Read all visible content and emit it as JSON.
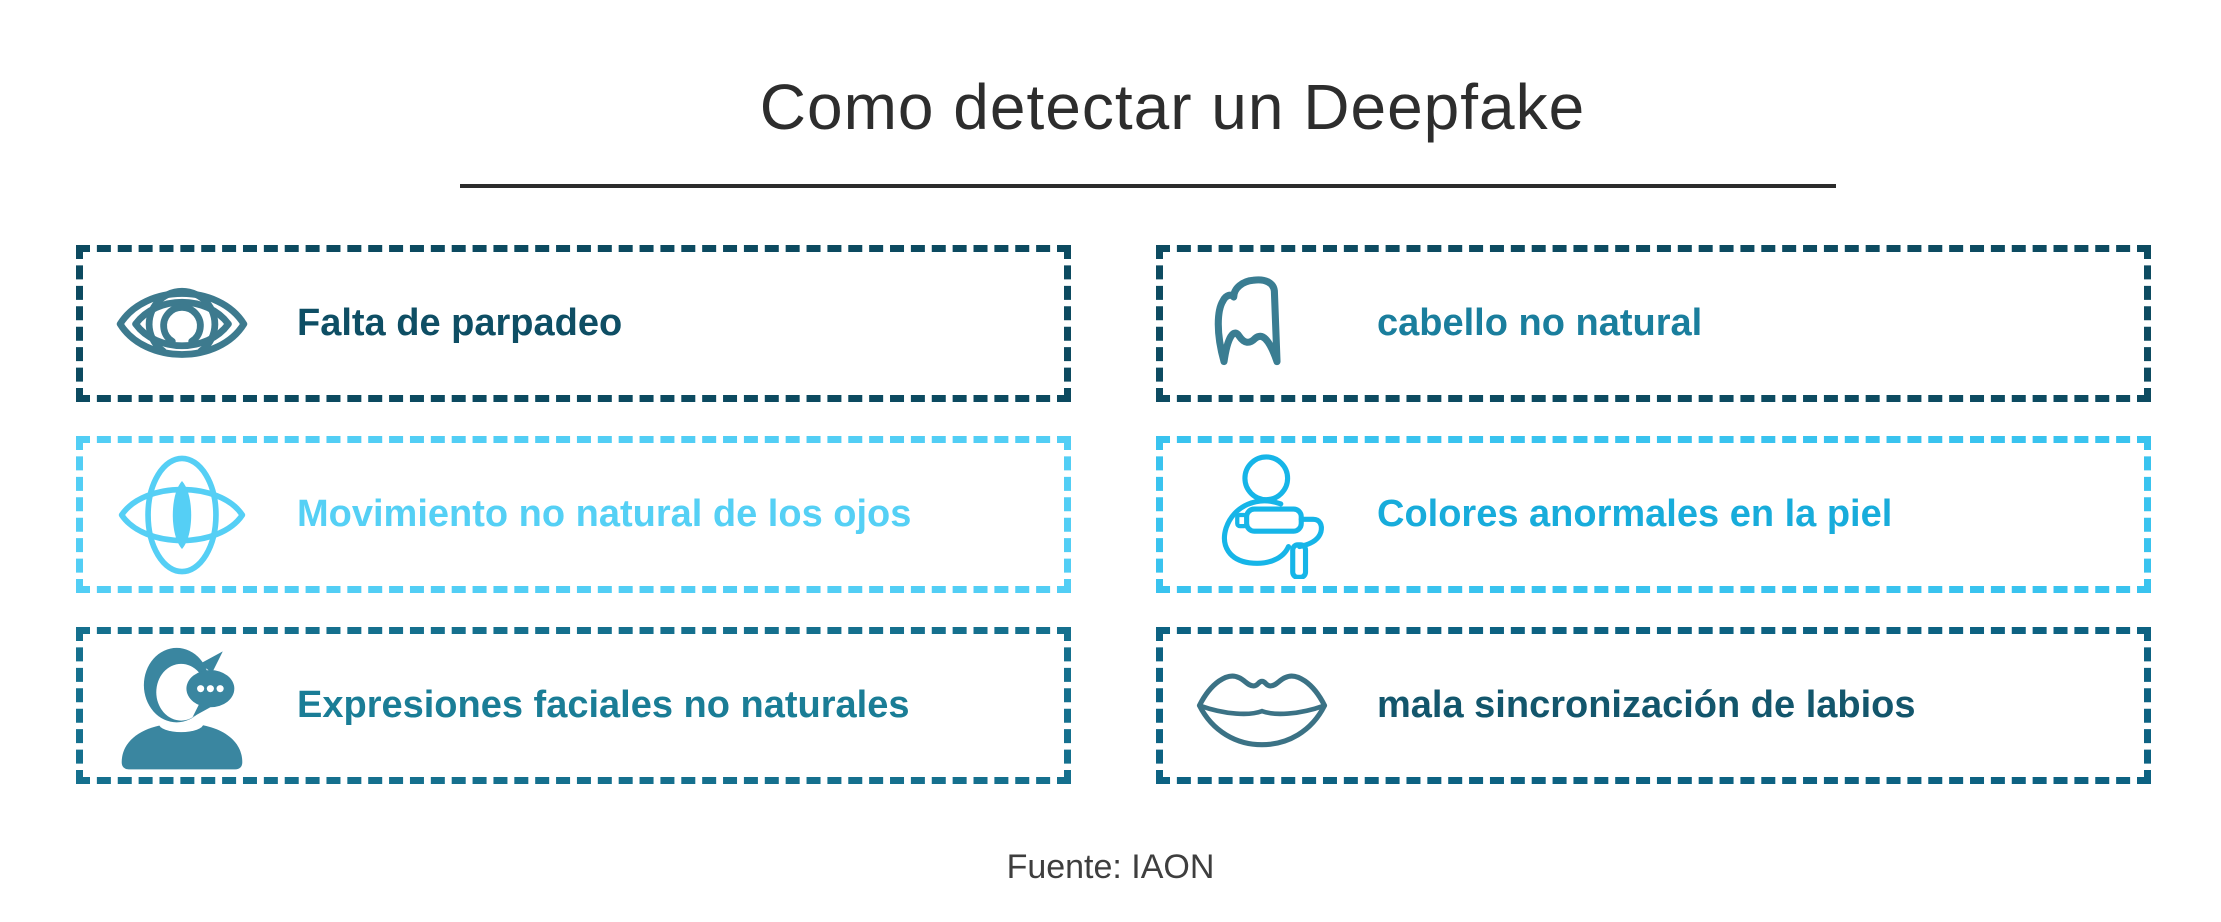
{
  "page": {
    "background_color": "#ffffff"
  },
  "header": {
    "title": "Como detectar un Deepfake",
    "title_color": "#2d2d2d",
    "underline_color": "#2b2b2b"
  },
  "cards": [
    {
      "label": "Falta de parpadeo",
      "icon": "eye-outline-icon",
      "border_color": "#0c4a60",
      "text_color": "#0e4e64",
      "icon_color": "#3d7a8e"
    },
    {
      "label": "cabello no natural",
      "icon": "hair-icon",
      "border_color": "#0d4b61",
      "text_color": "#1a7e9d",
      "icon_color": "#3a7d92"
    },
    {
      "label": "Movimiento no natural de los ojos",
      "icon": "eye-motion-icon",
      "border_color": "#52cef5",
      "text_color": "#55d0f5",
      "icon_color": "#55cff5"
    },
    {
      "label": "Colores anormales en la piel",
      "icon": "paint-roller-icon",
      "border_color": "#39c3ef",
      "text_color": "#18acdb",
      "icon_color": "#16b5e8"
    },
    {
      "label": "Expresiones faciales no naturales",
      "icon": "person-chat-icon",
      "border_color": "#15708e",
      "text_color": "#1a7d96",
      "icon_color": "#3a86a0"
    },
    {
      "label": "mala sincronización de labios",
      "icon": "lips-icon",
      "border_color": "#0d6282",
      "text_color": "#13566c",
      "icon_color": "#3b7285"
    }
  ],
  "footer": {
    "text": "Fuente: IAON",
    "color": "#3e3e3e"
  }
}
